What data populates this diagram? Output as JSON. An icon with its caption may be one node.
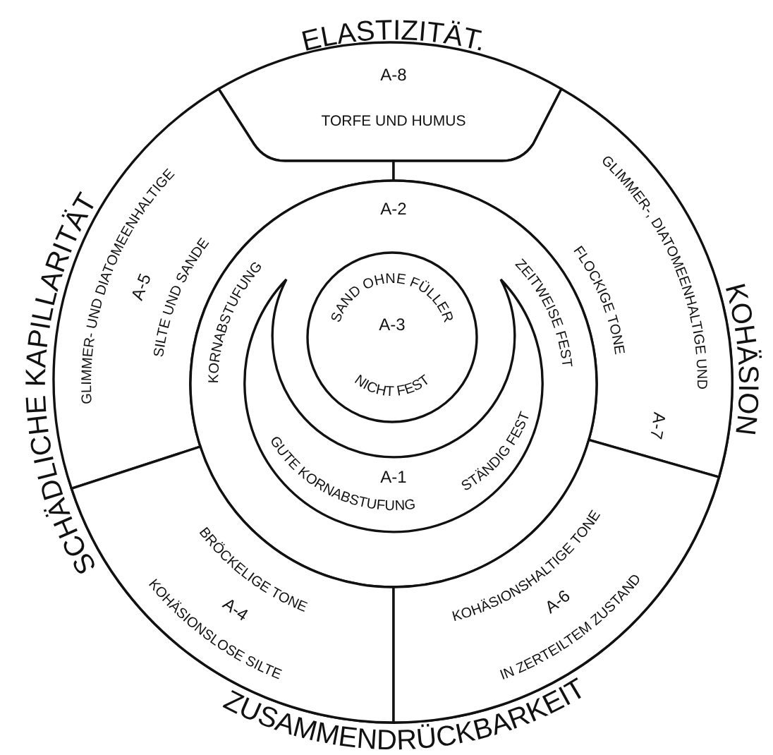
{
  "diagram": {
    "nodes": [
      {
        "text": [
          "A-8",
          "TORFE UND HUMUS"
        ]
      },
      {
        "text": [
          "GLIMMER- UND DIATOMEENHALTIGE",
          "A-5",
          "SILTE UND SANDE"
        ]
      },
      {
        "text": [
          "GLIMMER-, DIATOMEENHALTIGE UND",
          "FLOCKIGE TONE",
          "A-7"
        ]
      },
      {
        "text": [
          "A-2",
          "KORNABSTUFUNG",
          "ZEITWEISE FEST"
        ]
      },
      {
        "text": [
          "SAND OHNE FÜLLER",
          "A-3",
          "NICHT FEST"
        ],
        "in": 3
      },
      {
        "text": [
          "A-1",
          "GUTE KORNABSTUFUNG",
          "STÄNDIG FEST"
        ],
        "in": 3
      },
      {
        "text": [
          "BRÖCKELIGE TONE",
          "A-4",
          "KOHÄSIONSLOSE SILTE"
        ]
      },
      {
        "text": [
          "KOHÄSIONSHALTIGE TONE",
          "A-6",
          "IN ZERTEILTEM ZUSTAND"
        ]
      }
    ],
    "labels": [
      "ELASTIZITÄT.",
      "KOHÄSION",
      "ZUSAMMENDRÜCKBARKEIT",
      "SCHÄDLICHE KAPILLARITÄT"
    ]
  }
}
